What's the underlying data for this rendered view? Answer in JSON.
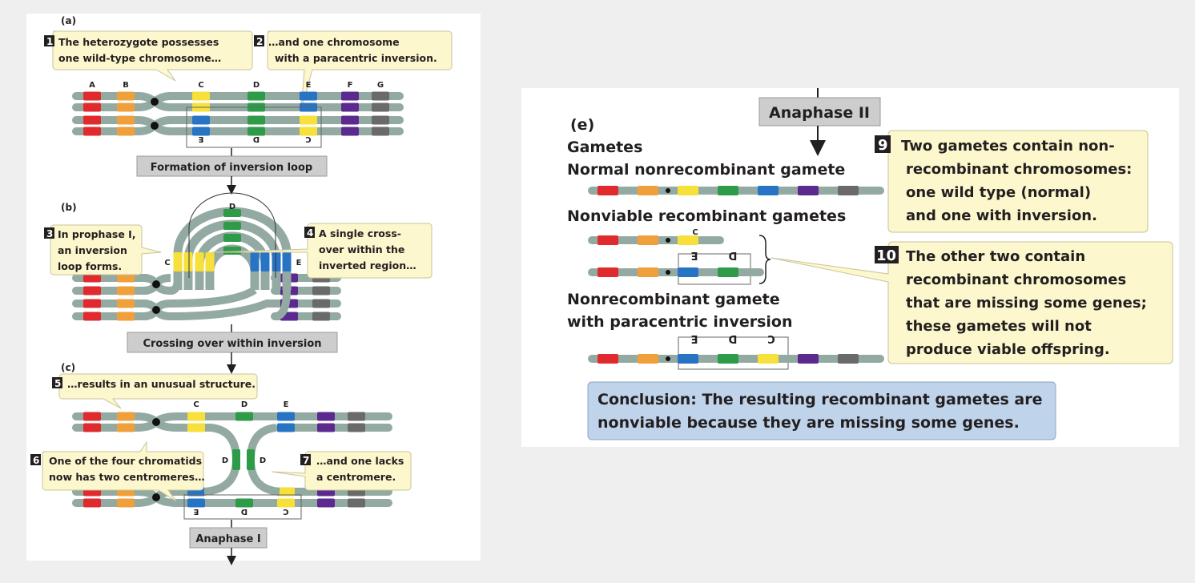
{
  "colors": {
    "A": "#e02a2e",
    "B": "#f0a03a",
    "C": "#f7e03a",
    "D": "#2e9b48",
    "E": "#2874c4",
    "F": "#5c2a8e",
    "G": "#6a6a6a",
    "chromatid": "#93aaa2",
    "callout_fill": "#fcf7cc",
    "callout_stroke": "#c9c39a",
    "step_fill": "#cdcdcd",
    "conclusion_fill": "#bfd3ea",
    "badge": "#231f20"
  },
  "left": {
    "a": {
      "label": "(a)",
      "callout1": {
        "num": "1",
        "lines": [
          "The heterozygote possesses",
          "one wild-type chromosome…"
        ]
      },
      "callout2": {
        "num": "2",
        "lines": [
          "…and one chromosome",
          "with a paracentric inversion."
        ]
      },
      "genes": [
        "A",
        "B",
        "C",
        "D",
        "E",
        "F",
        "G"
      ],
      "inverted_labels": [
        "E",
        "D",
        "C"
      ],
      "step": "Formation of inversion loop"
    },
    "b": {
      "label": "(b)",
      "callout3": {
        "num": "3",
        "lines": [
          "In prophase I,",
          "an inversion",
          "loop forms."
        ]
      },
      "callout4": {
        "num": "4",
        "lines": [
          "A single cross-",
          "over within the",
          "inverted region…"
        ]
      },
      "loop_labels": [
        "D",
        "C",
        "E"
      ],
      "step": "Crossing over within inversion"
    },
    "c": {
      "label": "(c)",
      "callout5": {
        "num": "5",
        "lines": [
          "…results in an unusual structure."
        ]
      },
      "callout6": {
        "num": "6",
        "lines": [
          "One of the four chromatids",
          "now has two centromeres…"
        ]
      },
      "callout7": {
        "num": "7",
        "lines": [
          "…and one lacks",
          "a centromere."
        ]
      },
      "top_labels": [
        "C",
        "D",
        "E"
      ],
      "bridge_labels": [
        "D",
        "D"
      ],
      "inverted_labels": [
        "E",
        "D",
        "C"
      ],
      "step": "Anaphase I"
    }
  },
  "right": {
    "step": "Anaphase II",
    "label": "(e)",
    "gametes_heading": "Gametes",
    "normal_heading": "Normal nonrecombinant gamete",
    "nonviable_heading": "Nonviable recombinant gametes",
    "nonviable_label_c": "C",
    "nonviable_inverted_labels": [
      "E",
      "D"
    ],
    "inversion_heading": [
      "Nonrecombinant gamete",
      "with paracentric inversion"
    ],
    "inversion_labels": [
      "E",
      "D",
      "C"
    ],
    "callout9": {
      "num": "9",
      "lines": [
        "Two gametes contain non-",
        "recombinant chromosomes:",
        "one wild type (normal)",
        "and one with inversion."
      ]
    },
    "callout10": {
      "num": "10",
      "lines": [
        "The other two contain",
        "recombinant chromosomes",
        "that are missing some genes;",
        "these gametes will not",
        "produce viable offspring."
      ]
    },
    "conclusion": {
      "bold": "Conclusion:",
      "line1": " The resulting recombinant gametes are",
      "line2": "nonviable because they are missing some genes."
    }
  }
}
